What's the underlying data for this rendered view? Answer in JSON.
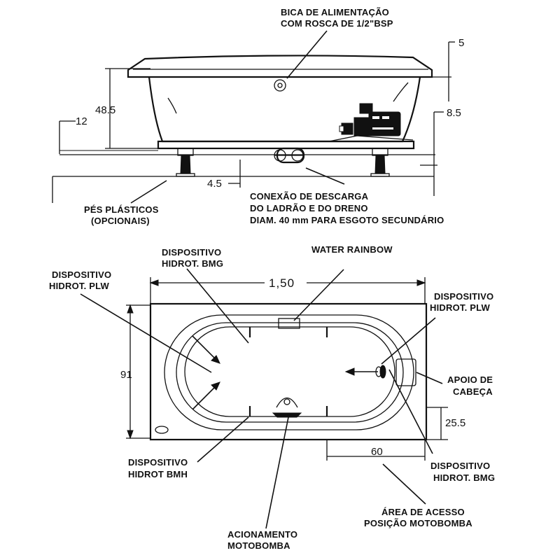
{
  "side_view": {
    "spout_label_1": "BICA DE ALIMENTAÇÃO",
    "spout_label_2": "COM ROSCA DE 1/2\"BSP",
    "dim_rim": "5",
    "dim_height": "48.5",
    "dim_pump": "8.5",
    "dim_base": "12",
    "dim_foot": "4.5",
    "feet_label_1": "PÉS PLÁSTICOS",
    "feet_label_2": "(OPCIONAIS)",
    "drain_label_1": "CONEXÃO DE DESCARGA",
    "drain_label_2": "DO LADRÃO E DO DRENO",
    "drain_label_3": "DIAM. 40 mm PARA ESGOTO SECUNDÁRIO"
  },
  "top_view": {
    "bmg_top_1": "DISPOSITIVO",
    "bmg_top_2": "HIDROT. BMG",
    "rainbow": "WATER RAINBOW",
    "plw_left_1": "DISPOSITIVO",
    "plw_left_2": "HIDROT.  PLW",
    "plw_right_1": "DISPOSITIVO",
    "plw_right_2": "HIDROT.  PLW",
    "dim_length": "1,50",
    "dim_width": "91",
    "headrest_1": "APOIO DE",
    "headrest_2": "CABEÇA",
    "dim_side": "25.5",
    "dim_access": "60",
    "bmh_1": "DISPOSITIVO",
    "bmh_2": "HIDROT BMH",
    "bmg_bottom_1": "DISPOSITIVO",
    "bmg_bottom_2": "HIDROT. BMG",
    "access_1": "ÁREA DE ACESSO",
    "access_2": "POSIÇÃO MOTOBOMBA",
    "pump_1": "ACIONAMENTO",
    "pump_2": "MOTOBOMBA"
  }
}
